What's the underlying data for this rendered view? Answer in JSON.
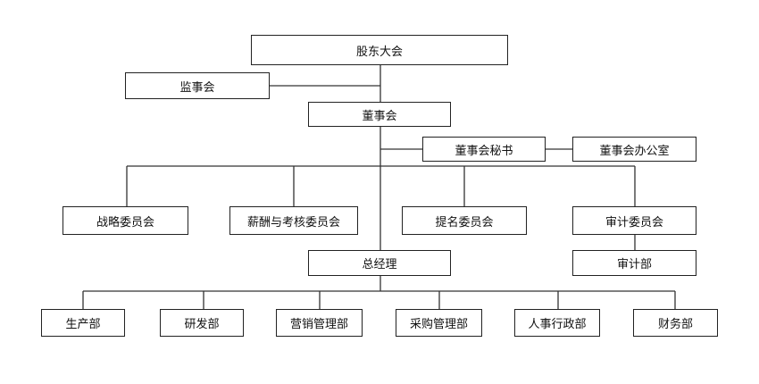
{
  "org_chart": {
    "shareholders": "股东大会",
    "supervisory_board": "监事会",
    "board": "董事会",
    "board_secretary": "董事会秘书",
    "board_office": "董事会办公室",
    "committees": {
      "strategy": "战略委员会",
      "compensation": "薪酬与考核委员会",
      "nomination": "提名委员会",
      "audit": "审计委员会"
    },
    "audit_dept": "审计部",
    "general_manager": "总经理",
    "departments": {
      "production": "生产部",
      "rnd": "研发部",
      "marketing": "营销管理部",
      "procurement": "采购管理部",
      "hr_admin": "人事行政部",
      "finance": "财务部"
    }
  }
}
